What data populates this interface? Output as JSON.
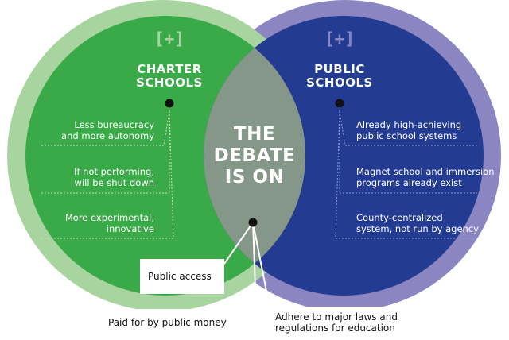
{
  "colors": {
    "charter_fill": "#3aaa49",
    "charter_ring": "#a8d59f",
    "public_fill": "#233c91",
    "public_ring": "#8b86c2",
    "overlap_fill": "#849789",
    "charter_plus": "#a8d59f",
    "public_plus": "#8b86c2"
  },
  "charter": {
    "plus_symbol": "[+]",
    "title_line1": "CHARTER",
    "title_line2": "SCHOOLS",
    "items": [
      {
        "line1": "Less bureaucracy",
        "line2": "and more autonomy"
      },
      {
        "line1": "If not performing,",
        "line2": "will be shut down"
      },
      {
        "line1": "More experimental,",
        "line2": "innovative"
      }
    ]
  },
  "public": {
    "plus_symbol": "[+]",
    "title_line1": "PUBLIC",
    "title_line2": "SCHOOLS",
    "items": [
      {
        "line1": "Already high-achieving",
        "line2": "public school systems"
      },
      {
        "line1": "Magnet school and immersion",
        "line2": "programs already exist"
      },
      {
        "line1": "County-centralized",
        "line2": "system, not run by agency"
      }
    ]
  },
  "center": {
    "line1": "THE",
    "line2": "DEBATE",
    "line3": "IS ON"
  },
  "shared": {
    "access": "Public access",
    "funding": "Paid for by public money",
    "laws_line1": "Adhere to major laws and",
    "laws_line2": "regulations for education"
  }
}
